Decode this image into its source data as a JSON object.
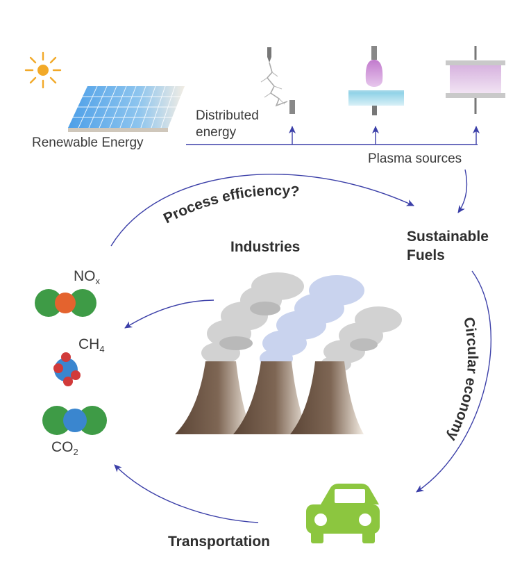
{
  "labels": {
    "renewable_energy": "Renewable Energy",
    "distributed_energy_line1": "Distributed",
    "distributed_energy_line2": "energy",
    "plasma_sources": "Plasma sources",
    "process_efficiency": "Process efficiency?",
    "sustainable_fuels_line1": "Sustainable",
    "sustainable_fuels_line2": "Fuels",
    "industries": "Industries",
    "circular_economy": "Circular economy",
    "transportation": "Transportation"
  },
  "molecules": {
    "nox_main": "NO",
    "nox_sub": "x",
    "ch4_main": "CH",
    "ch4_sub": "4",
    "co2_main": "CO",
    "co2_sub": "2"
  },
  "colors": {
    "arrow": "#3b3fa8",
    "sun": "#f2a928",
    "solar_panel": "#5aa9e6",
    "plasma": "#c77fd0",
    "water": "#7fc4df",
    "smoke_gray": "#d4d4d4",
    "smoke_blue": "#c9d3ee",
    "chimney": "#6b5444",
    "car": "#8cc63f",
    "oxygen_green": "#3e9b46",
    "nitrogen_orange": "#e4632e",
    "carbon_blue": "#3a86cf",
    "hydrogen_red": "#d13a3a"
  },
  "icons": [
    "sun-icon",
    "solar-panel-icon",
    "lightning-discharge-icon",
    "plasma-jet-icon",
    "dbd-reactor-icon",
    "factory-chimneys-icon",
    "car-icon",
    "nox-molecule-icon",
    "ch4-molecule-icon",
    "co2-molecule-icon"
  ]
}
